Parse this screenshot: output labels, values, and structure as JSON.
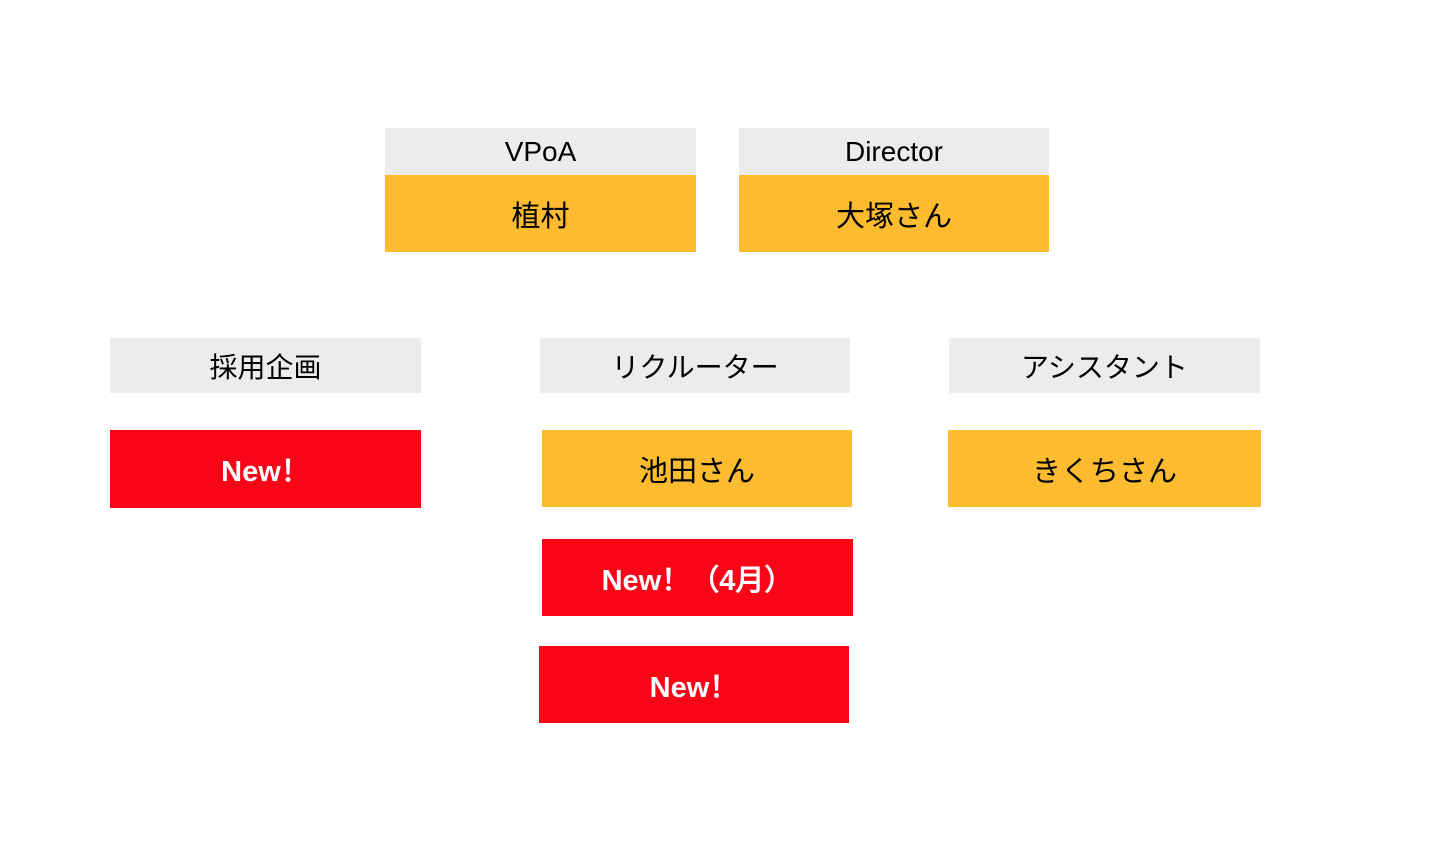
{
  "colors": {
    "header_bg": "#ECECEC",
    "member_orange": "#FDBB30",
    "vacancy_red": "#FA0517",
    "text_dark": "#000000",
    "text_white": "#FFFFFF",
    "page_bg": "#FFFFFF"
  },
  "org": {
    "vpoa": {
      "role": "VPoA",
      "member": "植村"
    },
    "director": {
      "role": "Director",
      "member": "大塚さん"
    },
    "planning": {
      "role": "採用企画",
      "vacancy": "New！"
    },
    "recruiter": {
      "role": "リクルーター",
      "member": "池田さん",
      "vacancy_april": "New！（4月）",
      "vacancy": "New！"
    },
    "assistant": {
      "role": "アシスタント",
      "member": "きくちさん"
    }
  }
}
